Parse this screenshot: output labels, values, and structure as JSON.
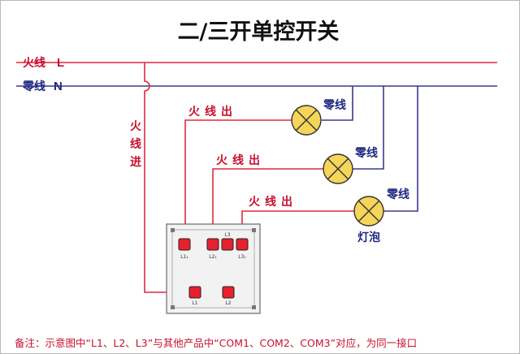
{
  "title": "二/三开单控开关",
  "lines": {
    "live_label": "火线",
    "live_letter": "L",
    "neutral_label": "零线",
    "neutral_letter": "N",
    "live_in_label": [
      "火",
      "线",
      "进"
    ]
  },
  "outputs": [
    {
      "label": "火线出",
      "neutral": "零线"
    },
    {
      "label": "火线出",
      "neutral": "零线"
    },
    {
      "label": "火线出",
      "neutral": "零线"
    }
  ],
  "bulb_label": "灯泡",
  "switch": {
    "top_terminals": [
      "L1₁",
      "L2₁",
      "L3",
      "L3₁"
    ],
    "bottom_terminals": [
      "L1",
      "L2"
    ]
  },
  "note": "备注：示意图中“L1、L2、L3”与其他产品中“COM1、COM2、COM3”对应，为同一接口",
  "colors": {
    "live": "#e0283c",
    "neutral": "#3a3a8c",
    "terminal": "#e8202e",
    "bulb": "#f5d55a"
  }
}
